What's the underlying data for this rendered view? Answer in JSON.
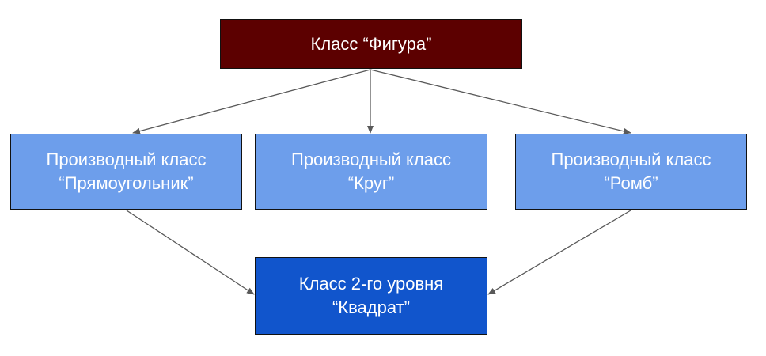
{
  "diagram": {
    "base": {
      "text": "Класс “Фигура”"
    },
    "derived": [
      {
        "line1": "Производный класс",
        "line2": "“Прямоугольник”"
      },
      {
        "line1": "Производный класс",
        "line2": "“Круг”"
      },
      {
        "line1": "Производный класс",
        "line2": "“Ромб”"
      }
    ],
    "second_level": {
      "line1": "Класс 2-го уровня",
      "line2": "“Квадрат”"
    }
  },
  "colors": {
    "base_fill": "#5c0000",
    "derived_fill": "#6d9eeb",
    "second_level_fill": "#1155cc",
    "text": "#ffffff",
    "arrow": "#595959"
  }
}
